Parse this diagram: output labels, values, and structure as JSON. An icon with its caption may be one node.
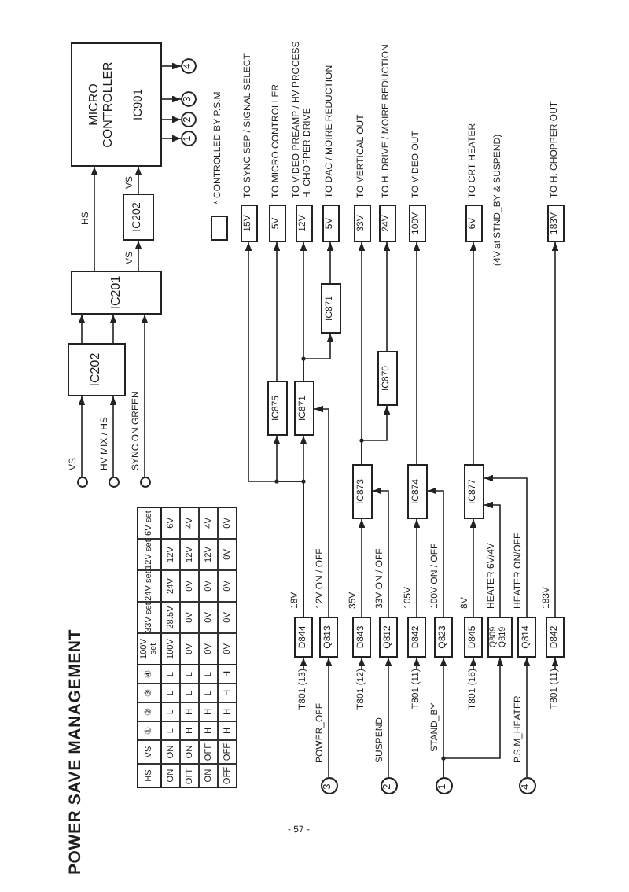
{
  "diagram": {
    "title": "POWER SAVE MANAGEMENT",
    "nodes": [
      {
        "text": [],
        "shape": "circle"
      },
      {
        "text": [],
        "shape": "circle"
      },
      {
        "text": [],
        "shape": "circle"
      },
      {
        "text": [
          "IC202"
        ]
      },
      {
        "text": [
          "IC201"
        ]
      },
      {
        "text": [
          "IC202"
        ]
      },
      {
        "text": [
          "MICRO CONTROLLER",
          "IC901"
        ]
      },
      {
        "text": [
          "1"
        ]
      },
      {
        "text": [
          "2"
        ]
      },
      {
        "text": [
          "3"
        ]
      },
      {
        "text": [
          "4"
        ]
      },
      {
        "text": [
          "3"
        ]
      },
      {
        "text": [
          "2"
        ]
      },
      {
        "text": [
          "1"
        ]
      },
      {
        "text": [
          "4"
        ]
      },
      {
        "text": [
          "T801 (13)"
        ]
      },
      {
        "text": [
          "T801 (12)"
        ]
      },
      {
        "text": [
          "T801 (11)"
        ]
      },
      {
        "text": [
          "T801 (16)"
        ]
      },
      {
        "text": [
          "T801 (11)"
        ]
      },
      {
        "text": [
          "D844"
        ]
      },
      {
        "text": [
          "Q813"
        ]
      },
      {
        "text": [
          "D843"
        ]
      },
      {
        "text": [
          "Q812"
        ]
      },
      {
        "text": [
          "D842"
        ]
      },
      {
        "text": [
          "Q823"
        ]
      },
      {
        "text": [
          "D845"
        ]
      },
      {
        "text": [
          "Q809",
          "Q819"
        ]
      },
      {
        "text": [
          "Q814"
        ]
      },
      {
        "text": [
          "D842"
        ]
      },
      {
        "text": [
          "IC875"
        ]
      },
      {
        "text": [
          "IC871"
        ]
      },
      {
        "text": [
          "IC871"
        ]
      },
      {
        "text": [
          "IC873"
        ]
      },
      {
        "text": [
          "IC870"
        ]
      },
      {
        "text": [
          "IC874"
        ]
      },
      {
        "text": [
          "IC877"
        ]
      },
      {
        "text": [
          "15V"
        ],
        "beside": [
          "TO SYNC SEP / SIGNAL SELECT"
        ]
      },
      {
        "text": [
          "5V"
        ],
        "beside": [
          "TO MICRO CONTROLLER"
        ]
      },
      {
        "text": [
          "12V"
        ],
        "beside": [
          "TO VIDEO PREAMP / HV PROCESS H. CHOPPER DRIVE"
        ]
      },
      {
        "text": [
          "5V"
        ],
        "beside": [
          "TO DAC / MOIRE REDUCTION"
        ]
      },
      {
        "text": [
          "33V"
        ],
        "beside": [
          "TO VERTICAL OUT"
        ]
      },
      {
        "text": [
          "24V"
        ],
        "beside": [
          "TO H. DRIVE / MOIRE REDUCTION"
        ]
      },
      {
        "text": [
          "100V"
        ],
        "beside": [
          "TO VIDEO OUT"
        ]
      },
      {
        "text": [
          "6V"
        ],
        "beside": [
          "TO CRT HEATER",
          "(4V at STND_BY & SUSPEND)"
        ]
      },
      {
        "text": [
          "183V"
        ],
        "beside": [
          "TO H. CHOPPER OUT"
        ]
      }
    ],
    "edges": [
      {
        "from": 0,
        "to": 3,
        "arrow": "to",
        "label": "VS"
      },
      {
        "from": 1,
        "to": 3,
        "arrow": "to",
        "label": "HV MIX / HS"
      },
      {
        "from": 2,
        "to": 4,
        "arrow": "to",
        "label": "SYNC ON GREEN"
      },
      {
        "from": 3,
        "to": 4,
        "arrow": "to"
      },
      {
        "from": 3,
        "to": 4,
        "arrow": "to"
      },
      {
        "from": 4,
        "to": 6,
        "arrow": "to",
        "label": "HS"
      },
      {
        "from": 4,
        "to": 5,
        "arrow": "to",
        "label": "VS"
      },
      {
        "from": 5,
        "to": 6,
        "arrow": "to",
        "label": "VS"
      },
      {
        "from": 6,
        "to": 7,
        "arrow": "to"
      },
      {
        "from": 6,
        "to": 8,
        "arrow": "to"
      },
      {
        "from": 6,
        "to": 9,
        "arrow": "to"
      },
      {
        "from": 6,
        "to": 10,
        "arrow": "to"
      },
      {
        "from": 15,
        "to": 20,
        "arrow": "to"
      },
      {
        "from": 11,
        "to": 21,
        "arrow": "to",
        "label": "POWER_OFF"
      },
      {
        "from": 16,
        "to": 22,
        "arrow": "to"
      },
      {
        "from": 12,
        "to": 23,
        "arrow": "to",
        "label": "SUSPEND"
      },
      {
        "from": 17,
        "to": 24,
        "arrow": "to"
      },
      {
        "from": 13,
        "to": 25,
        "arrow": "to",
        "label": "STAND_BY"
      },
      {
        "from": 13,
        "to": 27,
        "arrow": "to"
      },
      {
        "from": 18,
        "to": 26,
        "arrow": "to"
      },
      {
        "from": 14,
        "to": 28,
        "arrow": "to",
        "label": "P.S.M_HEATER"
      },
      {
        "from": 19,
        "to": 29,
        "arrow": "to"
      },
      {
        "from": 20,
        "to": 31,
        "arrow": "to",
        "label": "18V"
      },
      {
        "from": 20,
        "to": 30,
        "arrow": "to"
      },
      {
        "from": 20,
        "to": 37,
        "arrow": "to"
      },
      {
        "from": 21,
        "to": 31,
        "arrow": "to",
        "label": "12V ON / OFF"
      },
      {
        "from": 22,
        "to": 33,
        "arrow": "to",
        "label": "35V"
      },
      {
        "from": 23,
        "to": 33,
        "arrow": "to",
        "label": "33V ON / OFF"
      },
      {
        "from": 24,
        "to": 35,
        "arrow": "to",
        "label": "105V"
      },
      {
        "from": 25,
        "to": 35,
        "arrow": "to",
        "label": "100V ON / OFF"
      },
      {
        "from": 26,
        "to": 36,
        "arrow": "to",
        "label": "8V"
      },
      {
        "from": 27,
        "to": 36,
        "arrow": "to",
        "label": "HEATER 6V/4V"
      },
      {
        "from": 28,
        "to": 36,
        "arrow": "to",
        "label": "HEATER ON/OFF"
      },
      {
        "from": 29,
        "to": 45,
        "arrow": "to",
        "label": "183V"
      },
      {
        "from": 30,
        "to": 38,
        "arrow": "to"
      },
      {
        "from": 31,
        "to": 39,
        "arrow": "to"
      },
      {
        "from": 31,
        "to": 32,
        "arrow": "to"
      },
      {
        "from": 32,
        "to": 40,
        "arrow": "to"
      },
      {
        "from": 33,
        "to": 41,
        "arrow": "to"
      },
      {
        "from": 33,
        "to": 34,
        "arrow": "to"
      },
      {
        "from": 34,
        "to": 42,
        "arrow": "to"
      },
      {
        "from": 35,
        "to": 43,
        "arrow": "to"
      },
      {
        "from": 36,
        "to": 44,
        "arrow": "to"
      }
    ],
    "labels": [
      "HS",
      "VS",
      "①",
      "②",
      "③",
      "④",
      "100V set",
      "33V set",
      "24V set",
      "12V set",
      "6V set",
      "ON",
      "ON",
      "L",
      "L",
      "L",
      "L",
      "100V",
      "28.5V",
      "24V",
      "12V",
      "6V",
      "OFF",
      "ON",
      "H",
      "H",
      "L",
      "L",
      "0V",
      "0V",
      "0V",
      "12V",
      "4V",
      "ON",
      "OFF",
      "H",
      "H",
      "L",
      "L",
      "0V",
      "0V",
      "0V",
      "12V",
      "4V",
      "OFF",
      "OFF",
      "H",
      "H",
      "H",
      "H",
      "0V",
      "0V",
      "0V",
      "0V",
      "0V",
      "- 57 -"
    ],
    "legend": [
      {
        "text": "* CONTROLLED BY P.S.M"
      }
    ]
  }
}
